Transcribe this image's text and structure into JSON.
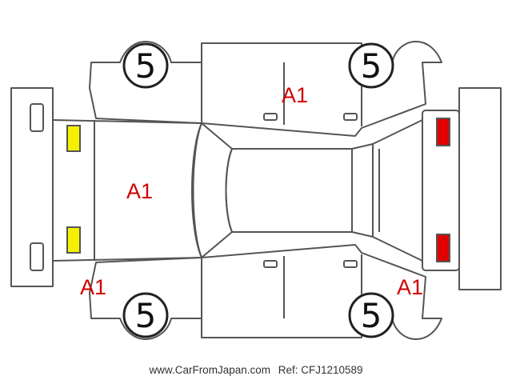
{
  "colors": {
    "line": "#555555",
    "damage_text": "#d00000",
    "yellow_lamp": "#f5f000",
    "red_lamp": "#e00000"
  },
  "tire_scores": {
    "front_left": "5",
    "front_right": "5",
    "rear_left": "5",
    "rear_right": "5"
  },
  "damage_marks": {
    "roof_top_door": "A1",
    "hood": "A1",
    "front_bumper_left": "A1",
    "rear_bumper_right": "A1"
  },
  "lamps": {
    "front": [
      "yellow",
      "yellow"
    ],
    "rear": [
      "red",
      "red"
    ]
  },
  "footer": {
    "site": "www.CarFromJapan.com",
    "ref": "Ref: CFJ1210589"
  }
}
